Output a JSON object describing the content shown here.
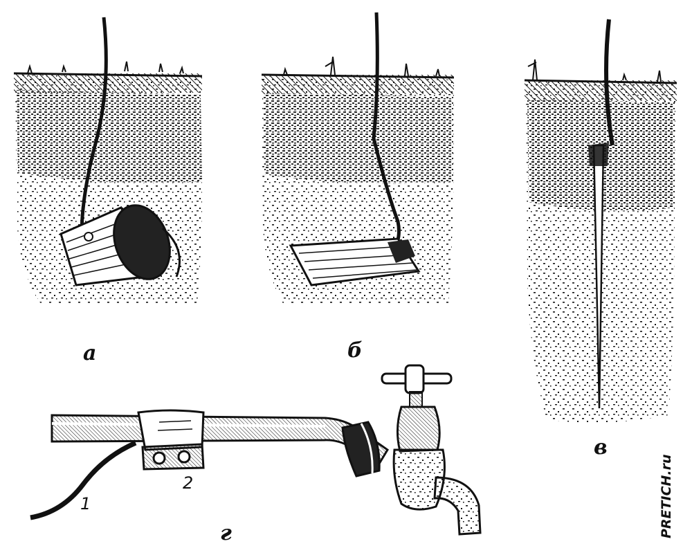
{
  "labels": {
    "panel_a": "а",
    "panel_b": "б",
    "panel_v": "в",
    "panel_g": "г",
    "part_1": "1",
    "part_2": "2"
  },
  "watermark": "PRETICH.ru",
  "colors": {
    "ink": "#111111",
    "paper": "#ffffff"
  }
}
